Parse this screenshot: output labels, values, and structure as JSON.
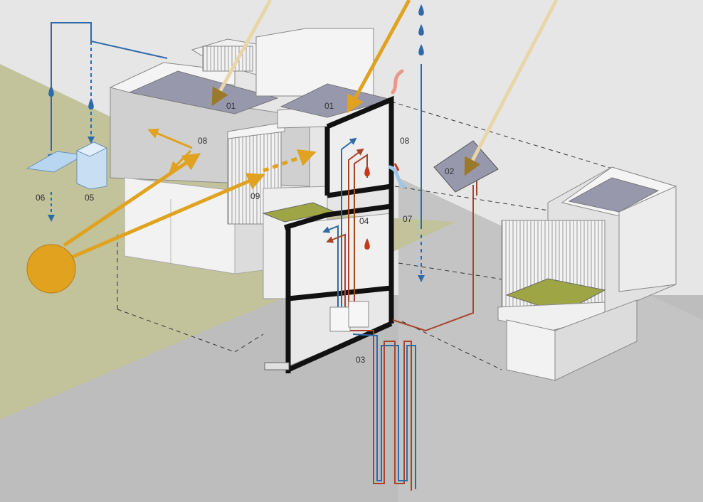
{
  "labels": {
    "roof_left": "01",
    "roof_right": "01",
    "solar_panel": "02",
    "geothermal": "03",
    "heat_exchanger": "04",
    "tank": "05",
    "filter": "06",
    "rain_drop": "07",
    "vent_left": "08",
    "vent_right": "08",
    "louver": "09"
  },
  "colors": {
    "background": "#e6e6e6",
    "ground": "#bdbdbd",
    "lawn": "#c2c29b",
    "wall_light": "#f4f4f4",
    "wall_shade": "#d2d2d2",
    "roof": "#9898ad",
    "sun": "#e0a21f",
    "sun_ray": "#e0a21f",
    "sky_ray": "#e8d6a8",
    "water": "#2f6aa8",
    "warm": "#a8442a",
    "green_roof": "#9ea545",
    "frame": "#111111"
  },
  "icons": [
    "sun-icon",
    "water-drop-icon",
    "heat-drop-icon",
    "solar-panel-icon",
    "water-tank-icon"
  ]
}
